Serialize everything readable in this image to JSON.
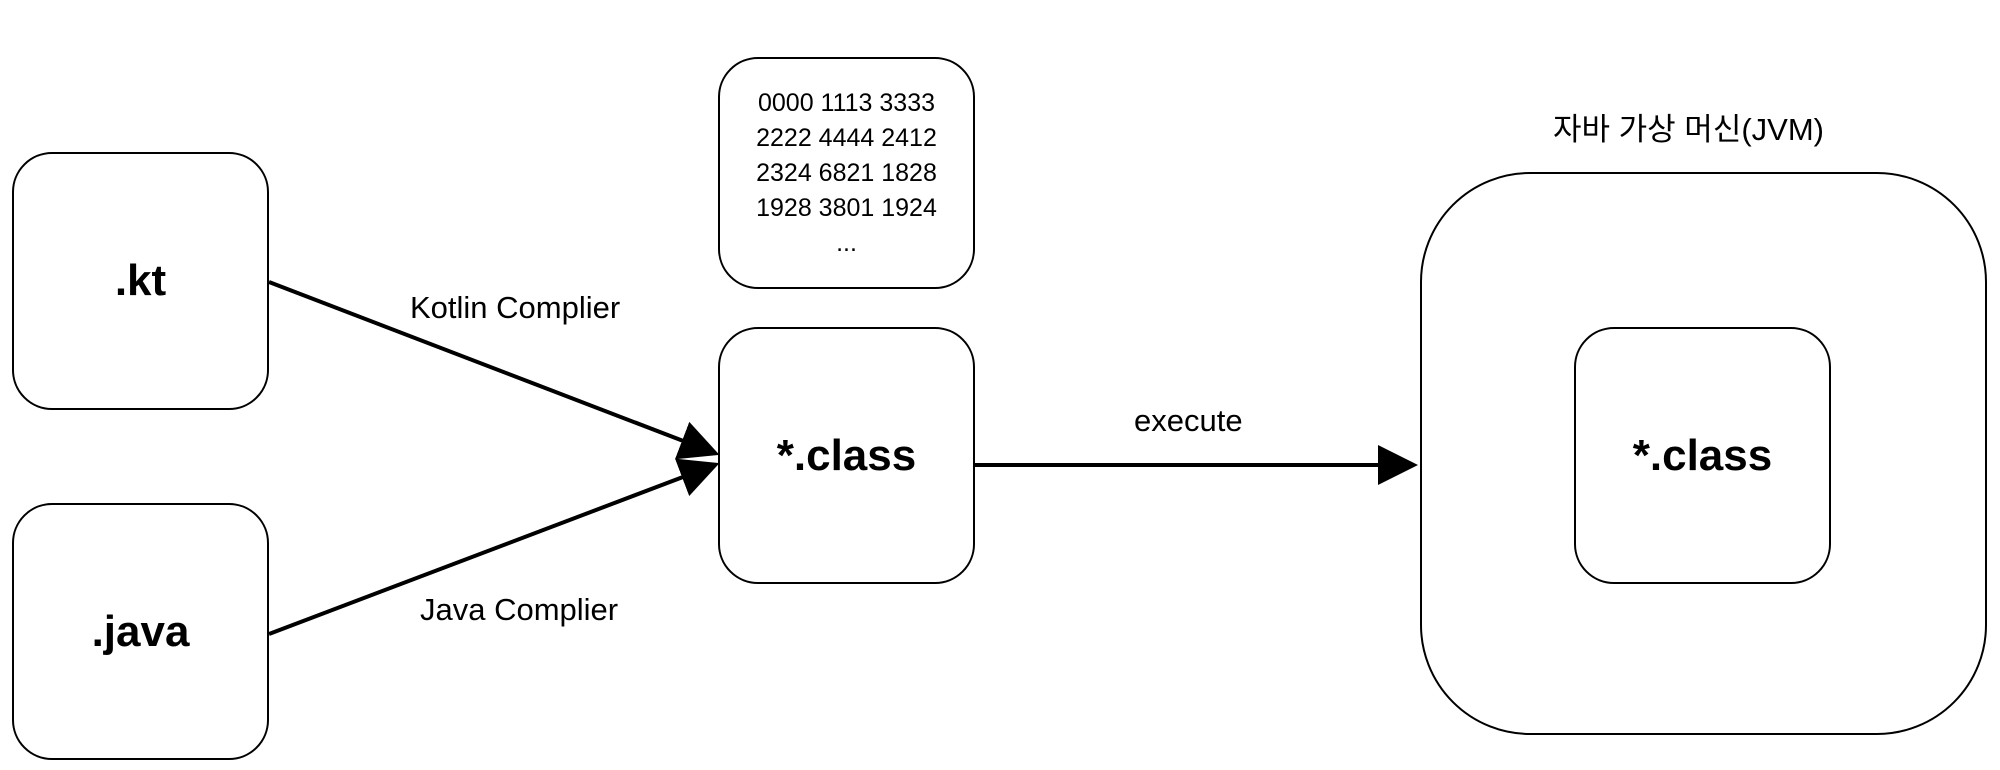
{
  "nodes": {
    "kotlin_source": ".kt",
    "java_source": ".java",
    "class_file": "*.class",
    "jvm_class_file": "*.class"
  },
  "bytecode": {
    "lines": [
      "0000 1113 3333",
      "2222 4444 2412",
      "2324 6821 1828",
      "1928 3801 1924",
      "..."
    ]
  },
  "edges": {
    "kotlin_compiler": "Kotlin Complier",
    "java_compiler": "Java Complier",
    "execute": "execute"
  },
  "jvm": {
    "title": "자바 가상 머신(JVM)"
  },
  "colors": {
    "stroke": "#000000",
    "background": "#ffffff"
  }
}
